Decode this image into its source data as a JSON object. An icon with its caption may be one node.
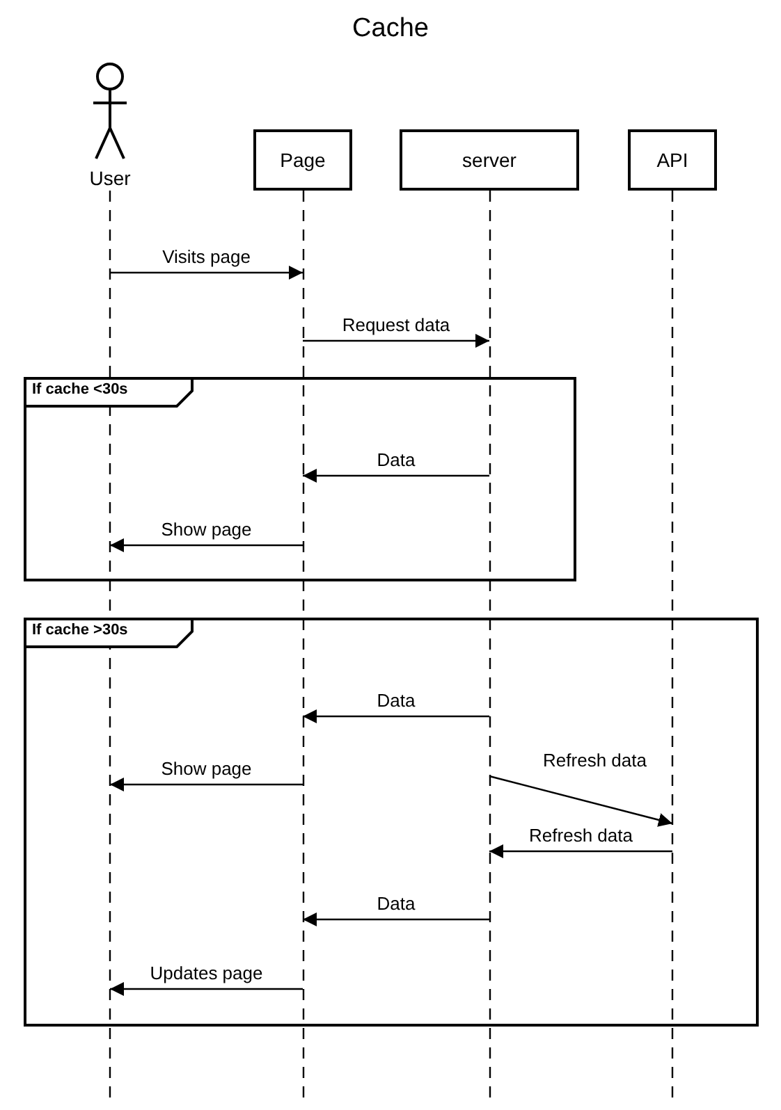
{
  "diagram": {
    "title": "Cache",
    "nodes": [
      {
        "text": [
          "User"
        ]
      },
      {
        "text": [
          "Page"
        ]
      },
      {
        "text": [
          "server"
        ]
      },
      {
        "text": [
          "API"
        ]
      },
      {
        "text": [
          "If cache <30s"
        ]
      },
      {
        "text": [
          "If cache >30s"
        ]
      }
    ],
    "edges": [
      {
        "from": 0,
        "to": 1,
        "arrow": "to",
        "label": "Visits page"
      },
      {
        "from": 1,
        "to": 2,
        "arrow": "to",
        "label": "Request data"
      },
      {
        "from": 2,
        "to": 1,
        "arrow": "to",
        "label": "Data"
      },
      {
        "from": 1,
        "to": 0,
        "arrow": "to",
        "label": "Show page"
      },
      {
        "from": 2,
        "to": 1,
        "arrow": "to",
        "label": "Data"
      },
      {
        "from": 1,
        "to": 0,
        "arrow": "to",
        "label": "Show page"
      },
      {
        "from": 2,
        "to": 3,
        "arrow": "to",
        "label": "Refresh data"
      },
      {
        "from": 3,
        "to": 2,
        "arrow": "to",
        "label": "Refresh data"
      },
      {
        "from": 2,
        "to": 1,
        "arrow": "to",
        "label": "Data"
      },
      {
        "from": 1,
        "to": 0,
        "arrow": "to",
        "label": "Updates page"
      }
    ]
  }
}
